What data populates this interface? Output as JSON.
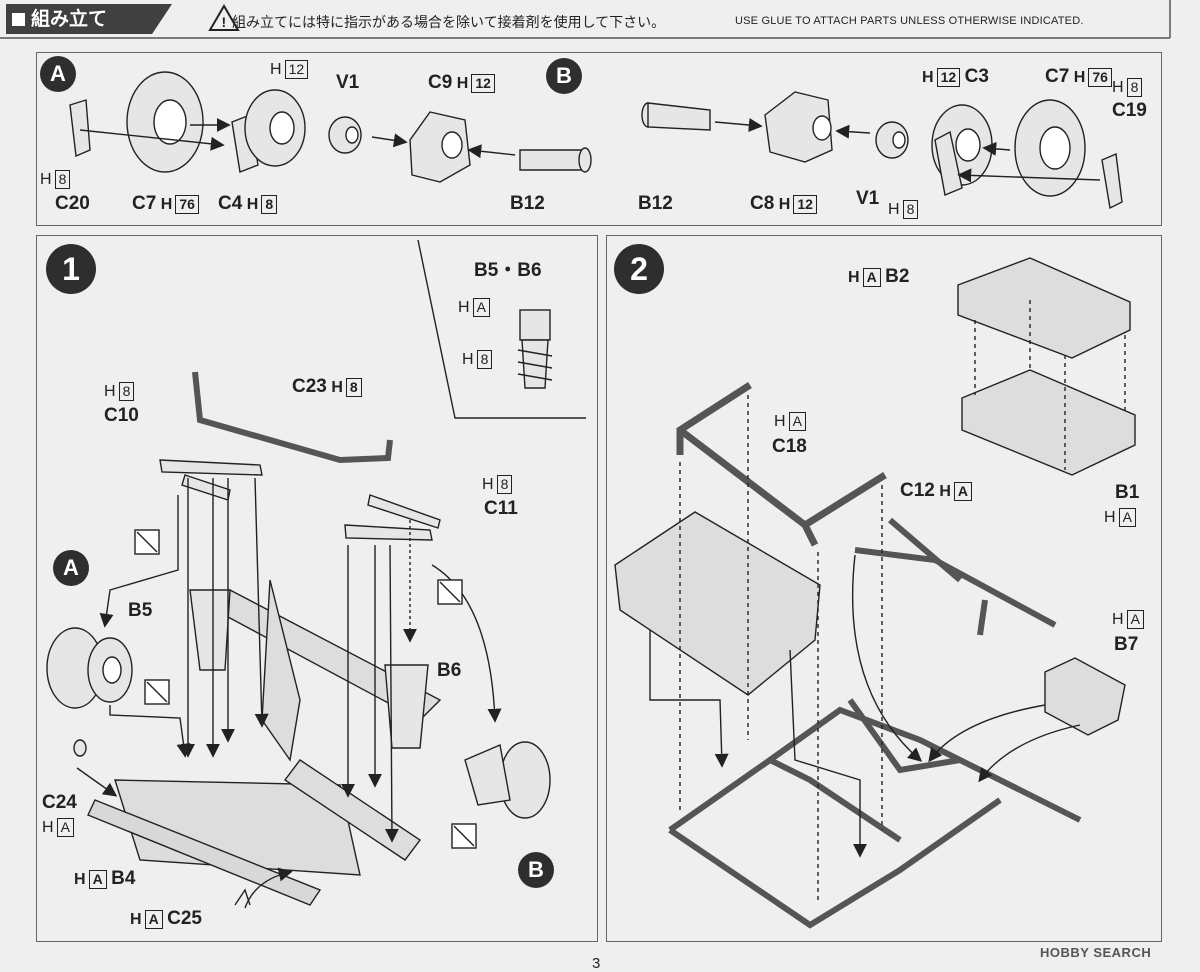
{
  "header": {
    "title": "組み立て",
    "warning_ja": "組み立てには特に指示がある場合を除いて接着剤を使用して下さい。",
    "warning_en": "USE GLUE TO ATTACH PARTS UNLESS OTHERWISE INDICATED."
  },
  "subassembly_a": {
    "marker": "A",
    "labels": {
      "c20": "C20",
      "c7": "C7",
      "c4": "C4",
      "v1": "V1",
      "c9": "C9",
      "b12": "B12"
    },
    "color_refs": {
      "c20": "8",
      "c7": "76",
      "c4": "8",
      "c4_top": "12",
      "c9": "12"
    }
  },
  "subassembly_b": {
    "marker": "B",
    "labels": {
      "b12": "B12",
      "c8": "C8",
      "v1": "V1",
      "c3": "C3",
      "c7": "C7",
      "c19": "C19"
    },
    "color_refs": {
      "c8": "12",
      "c3": "12",
      "c7": "76",
      "c19": "8",
      "v1": "8"
    }
  },
  "step1": {
    "number": "1",
    "detail_title": "B5・B6",
    "detail_refs": {
      "top": "A",
      "bottom": "8"
    },
    "labels": {
      "c10": "C10",
      "c23": "C23",
      "c11": "C11",
      "b5": "B5",
      "b6": "B6",
      "c24": "C24",
      "b4": "B4",
      "c25": "C25",
      "marker_a": "A",
      "marker_b": "B"
    },
    "color_refs": {
      "c10": "8",
      "c23": "8",
      "c11": "8",
      "c24": "A",
      "b4": "A",
      "c25": "A"
    }
  },
  "step2": {
    "number": "2",
    "labels": {
      "b2": "B2",
      "c18": "C18",
      "c12": "C12",
      "b1": "B1",
      "b7": "B7"
    },
    "color_refs": {
      "b2": "A",
      "c18": "A",
      "c12": "A",
      "b1": "A",
      "b7": "A"
    }
  },
  "h_prefix": "H",
  "footer": {
    "page_number": "3",
    "watermark": "HOBBY SEARCH"
  }
}
